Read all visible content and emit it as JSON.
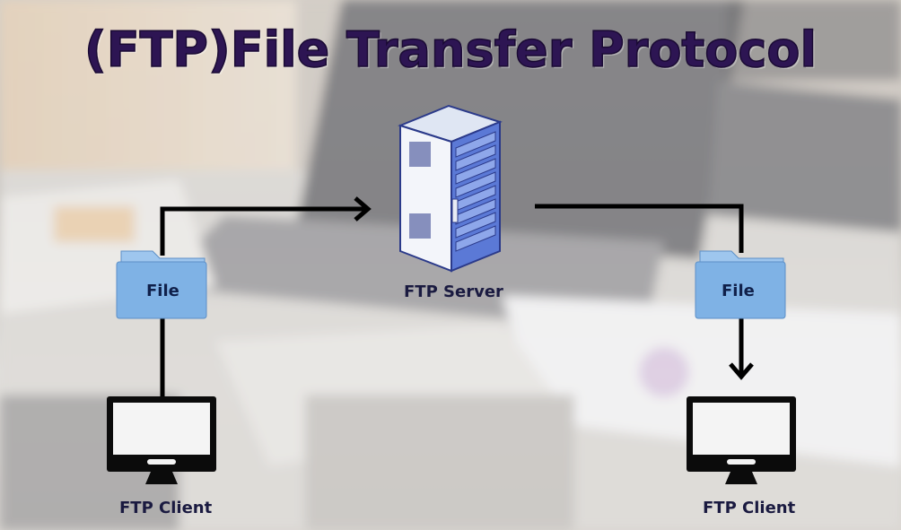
{
  "title": "(FTP)File Transfer Protocol",
  "server": {
    "label": "FTP Server",
    "icon": "server-icon"
  },
  "left_client": {
    "label": "FTP Client",
    "icon": "monitor-icon"
  },
  "right_client": {
    "label": "FTP Client",
    "icon": "monitor-icon"
  },
  "left_file": {
    "label": "File",
    "icon": "folder-icon"
  },
  "right_file": {
    "label": "File",
    "icon": "folder-icon"
  },
  "colors": {
    "title": "#2d1553",
    "folder": "#7fb2e5",
    "server": "#e8ecf4",
    "connector": "#000000"
  }
}
